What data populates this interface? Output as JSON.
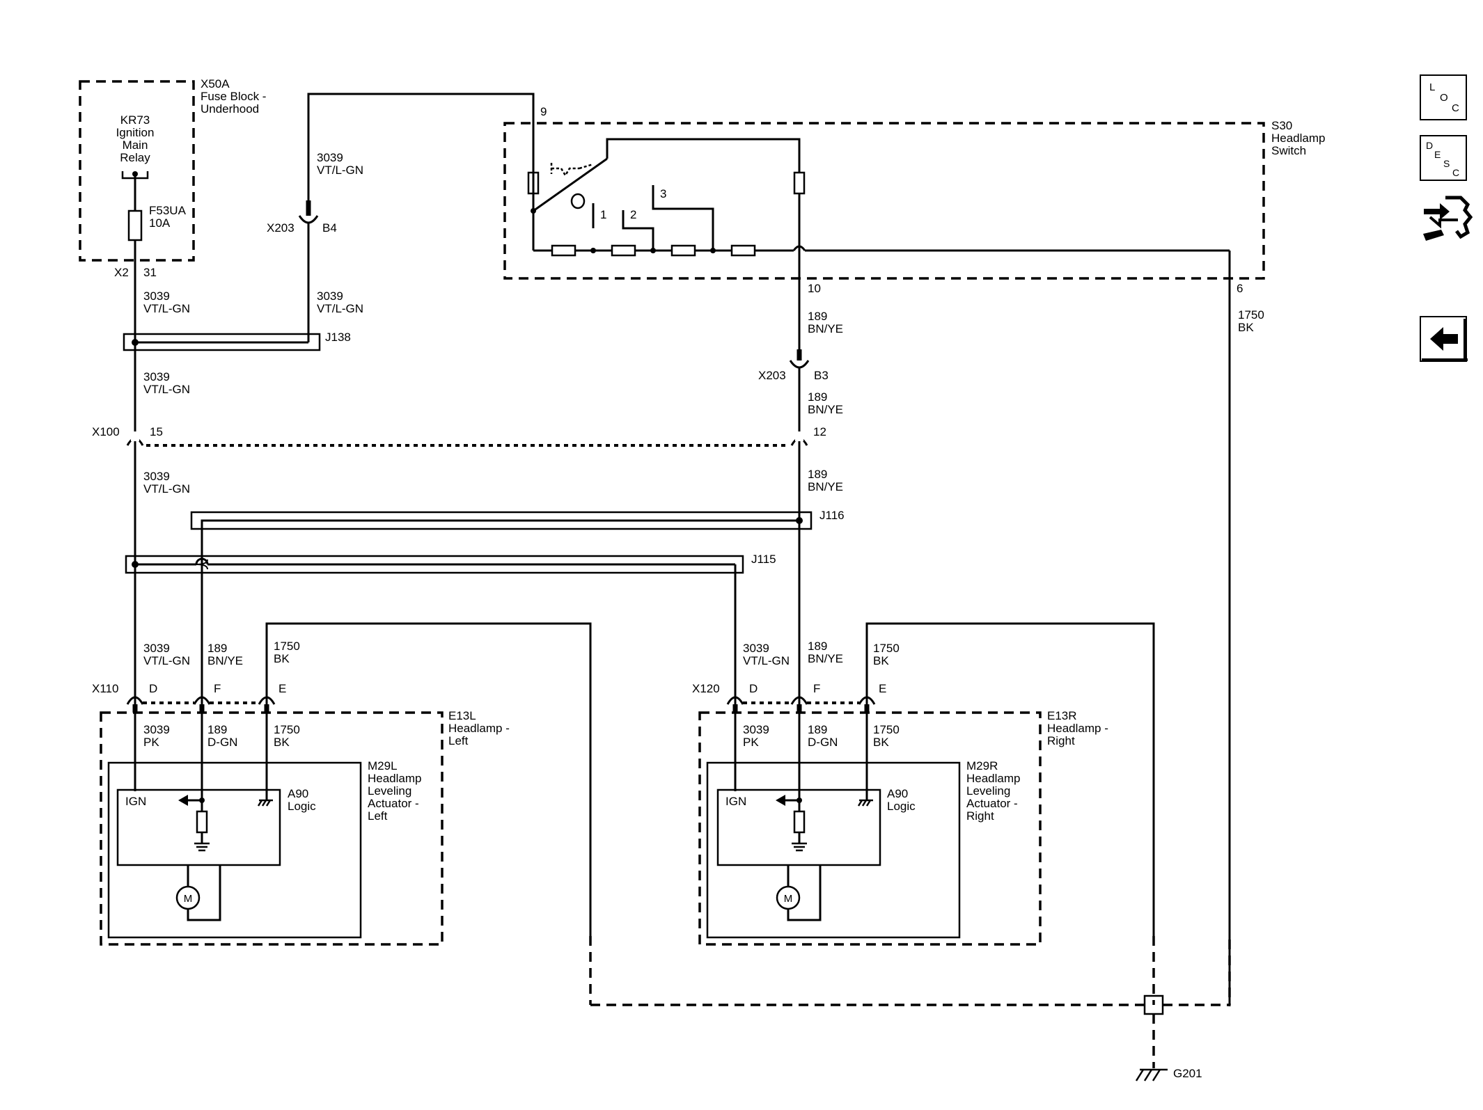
{
  "fuse_block": {
    "id": "X50A",
    "name_line1": "Fuse Block -",
    "name_line2": "Underhood",
    "relay_l1": "KR73",
    "relay_l2": "Ignition",
    "relay_l3": "Main",
    "relay_l4": "Relay",
    "fuse_id": "F53UA",
    "fuse_rating": "10A",
    "conn": "X2",
    "pin": "31"
  },
  "switch": {
    "id": "S30",
    "name_line1": "Headlamp",
    "name_line2": "Switch",
    "pin_in": "9",
    "pin_out": "10",
    "pin_gnd": "6",
    "pos1": "1",
    "pos2": "2",
    "pos3": "3"
  },
  "connectors": {
    "x203": "X203",
    "b4": "B4",
    "b3": "B3",
    "x100": "X100",
    "p15": "15",
    "p12": "12",
    "x110": "X110",
    "x120": "X120",
    "d": "D",
    "f": "F",
    "e": "E"
  },
  "splices": {
    "j138": "J138",
    "j116": "J116",
    "j115": "J115"
  },
  "wires": {
    "ign_ckt": "3039",
    "ign_col": "VT/L-GN",
    "lvl_ckt": "189",
    "lvl_col": "BN/YE",
    "gnd_ckt": "1750",
    "gnd_col": "BK",
    "pk": "PK",
    "dgn": "D-GN"
  },
  "left_lamp": {
    "id": "E13L",
    "name_line1": "Headlamp -",
    "name_line2": "Left",
    "act_id": "M29L",
    "act_l1": "Headlamp",
    "act_l2": "Leveling",
    "act_l3": "Actuator -",
    "act_l4": "Left",
    "logic_id": "A90",
    "logic_name": "Logic",
    "ign": "IGN",
    "motor": "M"
  },
  "right_lamp": {
    "id": "E13R",
    "name_line1": "Headlamp -",
    "name_line2": "Right",
    "act_id": "M29R",
    "act_l1": "Headlamp",
    "act_l2": "Leveling",
    "act_l3": "Actuator -",
    "act_l4": "Right",
    "logic_id": "A90",
    "logic_name": "Logic",
    "ign": "IGN",
    "motor": "M"
  },
  "ground": {
    "id": "G201"
  },
  "nav": {
    "loc_l1": "L",
    "loc_l2": "O",
    "loc_l3": "C",
    "desc_l1": "D",
    "desc_l2": "E",
    "desc_l3": "S",
    "desc_l4": "C",
    "loc_icon": "location-icon",
    "desc_icon": "description-icon",
    "diag_icon": "diagnostic-wrench-icon",
    "back_icon": "back-arrow-icon"
  }
}
